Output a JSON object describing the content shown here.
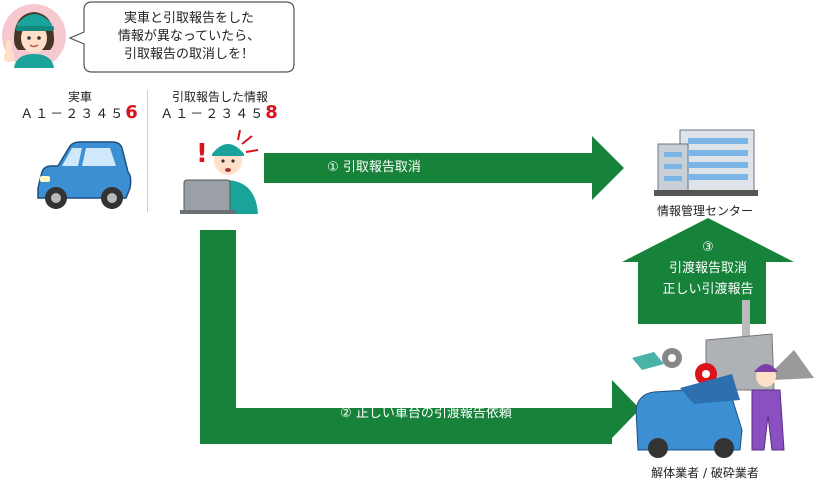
{
  "speech_bubble": {
    "lines": [
      "実車と引取報告をした",
      "情報が異なっていたら、",
      "引取報告の取消しを！"
    ]
  },
  "actual_car": {
    "label": "実車",
    "code_prefix": "Ａ１－２３４５",
    "code_last_digit": "6"
  },
  "reported_info": {
    "label": "引取報告した情報",
    "code_prefix": "Ａ１－２３４５",
    "code_last_digit": "8"
  },
  "arrows": [
    {
      "number": "①",
      "text": "引取報告取消"
    },
    {
      "number": "②",
      "text": "正しい車台の引渡報告依頼"
    },
    {
      "number": "③",
      "lines": [
        "引渡報告取消",
        "正しい引渡報告"
      ]
    }
  ],
  "info_center": {
    "label": "情報管理センター"
  },
  "dismantler": {
    "label": "解体業者 / 破砕業者"
  },
  "colors": {
    "arrow_green": "#17823a",
    "highlight_red": "#d9121c",
    "car_blue": "#3d8fd4"
  }
}
